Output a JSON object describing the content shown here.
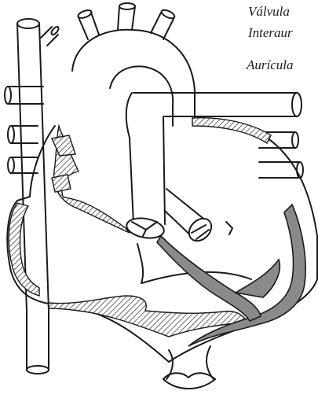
{
  "labels": {
    "valve": "Válvula",
    "interatrial": "Interaur",
    "atrium": "Aurícula"
  },
  "colors": {
    "stroke": "#1a1a1a",
    "fill": "#ffffff",
    "hatch": "#2a2a2a",
    "gray": "#8a8a8a"
  }
}
